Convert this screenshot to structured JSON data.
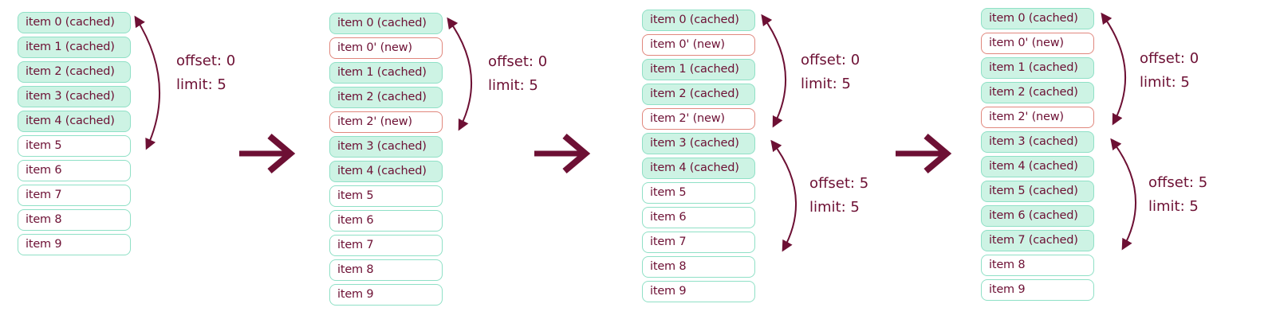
{
  "stages": [
    {
      "items": [
        {
          "text": "item 0 (cached)",
          "state": "cached"
        },
        {
          "text": "item 1 (cached)",
          "state": "cached"
        },
        {
          "text": "item 2 (cached)",
          "state": "cached"
        },
        {
          "text": "item 3 (cached)",
          "state": "cached"
        },
        {
          "text": "item 4 (cached)",
          "state": "cached"
        },
        {
          "text": "item 5",
          "state": "plain"
        },
        {
          "text": "item 6",
          "state": "plain"
        },
        {
          "text": "item 7",
          "state": "plain"
        },
        {
          "text": "item 8",
          "state": "plain"
        },
        {
          "text": "item 9",
          "state": "plain"
        }
      ],
      "pages": [
        {
          "offset": "offset: 0",
          "limit": "limit: 5"
        }
      ]
    },
    {
      "items": [
        {
          "text": "item 0 (cached)",
          "state": "cached"
        },
        {
          "text": "item 0' (new)",
          "state": "new"
        },
        {
          "text": "item 1 (cached)",
          "state": "cached"
        },
        {
          "text": "item 2 (cached)",
          "state": "cached"
        },
        {
          "text": "item 2' (new)",
          "state": "new"
        },
        {
          "text": "item 3 (cached)",
          "state": "cached"
        },
        {
          "text": "item 4 (cached)",
          "state": "cached"
        },
        {
          "text": "item 5",
          "state": "plain"
        },
        {
          "text": "item 6",
          "state": "plain"
        },
        {
          "text": "item 7",
          "state": "plain"
        },
        {
          "text": "item 8",
          "state": "plain"
        },
        {
          "text": "item 9",
          "state": "plain"
        }
      ],
      "pages": [
        {
          "offset": "offset: 0",
          "limit": "limit: 5"
        }
      ]
    },
    {
      "items": [
        {
          "text": "item 0 (cached)",
          "state": "cached"
        },
        {
          "text": "item 0' (new)",
          "state": "new"
        },
        {
          "text": "item 1 (cached)",
          "state": "cached"
        },
        {
          "text": "item 2 (cached)",
          "state": "cached"
        },
        {
          "text": "item 2' (new)",
          "state": "new"
        },
        {
          "text": "item 3 (cached)",
          "state": "cached"
        },
        {
          "text": "item 4 (cached)",
          "state": "cached"
        },
        {
          "text": "item 5",
          "state": "plain"
        },
        {
          "text": "item 6",
          "state": "plain"
        },
        {
          "text": "item 7",
          "state": "plain"
        },
        {
          "text": "item 8",
          "state": "plain"
        },
        {
          "text": "item 9",
          "state": "plain"
        }
      ],
      "pages": [
        {
          "offset": "offset: 0",
          "limit": "limit: 5"
        },
        {
          "offset": "offset: 5",
          "limit": "limit: 5"
        }
      ]
    },
    {
      "items": [
        {
          "text": "item 0 (cached)",
          "state": "cached"
        },
        {
          "text": "item 0' (new)",
          "state": "new"
        },
        {
          "text": "item 1 (cached)",
          "state": "cached"
        },
        {
          "text": "item 2 (cached)",
          "state": "cached"
        },
        {
          "text": "item 2' (new)",
          "state": "new"
        },
        {
          "text": "item 3 (cached)",
          "state": "cached"
        },
        {
          "text": "item 4 (cached)",
          "state": "cached"
        },
        {
          "text": "item 5 (cached)",
          "state": "cached"
        },
        {
          "text": "item 6 (cached)",
          "state": "cached"
        },
        {
          "text": "item 7 (cached)",
          "state": "cached"
        },
        {
          "text": "item 8",
          "state": "plain"
        },
        {
          "text": "item 9",
          "state": "plain"
        }
      ],
      "pages": [
        {
          "offset": "offset: 0",
          "limit": "limit: 5"
        },
        {
          "offset": "offset: 5",
          "limit": "limit: 5"
        }
      ]
    }
  ],
  "colors": {
    "cached_fill": "#cdf3e4",
    "item_border": "#8fe0c6",
    "new_border": "#e0877d",
    "text": "#6d1034",
    "arrow": "#6d1034"
  }
}
